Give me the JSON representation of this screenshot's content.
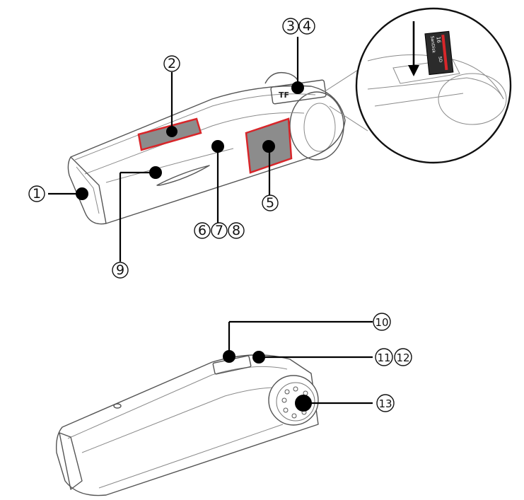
{
  "callouts": {
    "c1": "1",
    "c2": "2",
    "c3": "3",
    "c4": "4",
    "c5": "5",
    "c6": "6",
    "c7": "7",
    "c8": "8",
    "c9": "9",
    "c10": "10",
    "c11": "11",
    "c12": "12",
    "c13": "13"
  },
  "card_text": {
    "brand": "SanDisk",
    "capacity": "16",
    "type": "SD"
  },
  "body_text": {
    "switch_label": "TF"
  },
  "colors": {
    "highlight": "#d8262a",
    "highlight_fill": "#8c8c8c",
    "outline": "#555555"
  }
}
